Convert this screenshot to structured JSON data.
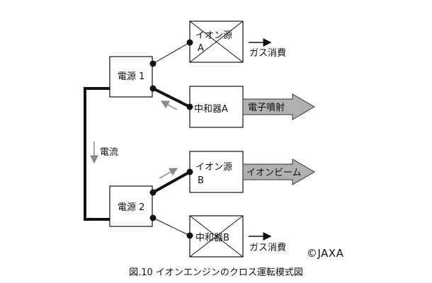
{
  "diagram": {
    "power1": {
      "label": "電源 1"
    },
    "power2": {
      "label": "電源 2"
    },
    "ion_source_a": {
      "line1": "イオン源",
      "line2": "A"
    },
    "neutralizer_a": {
      "label": "中和器A"
    },
    "ion_source_b": {
      "line1": "イオン源",
      "line2": "B"
    },
    "neutralizer_b": {
      "label": "中和器B"
    },
    "gas_consumption_top": "ガス消費",
    "gas_consumption_bottom": "ガス消費",
    "electron_emission": "電子噴射",
    "ion_beam": "イオンビーム",
    "current_label": "電流"
  },
  "credit": "©JAXA",
  "caption": "図.10 イオンエンジンのクロス運転模式図"
}
